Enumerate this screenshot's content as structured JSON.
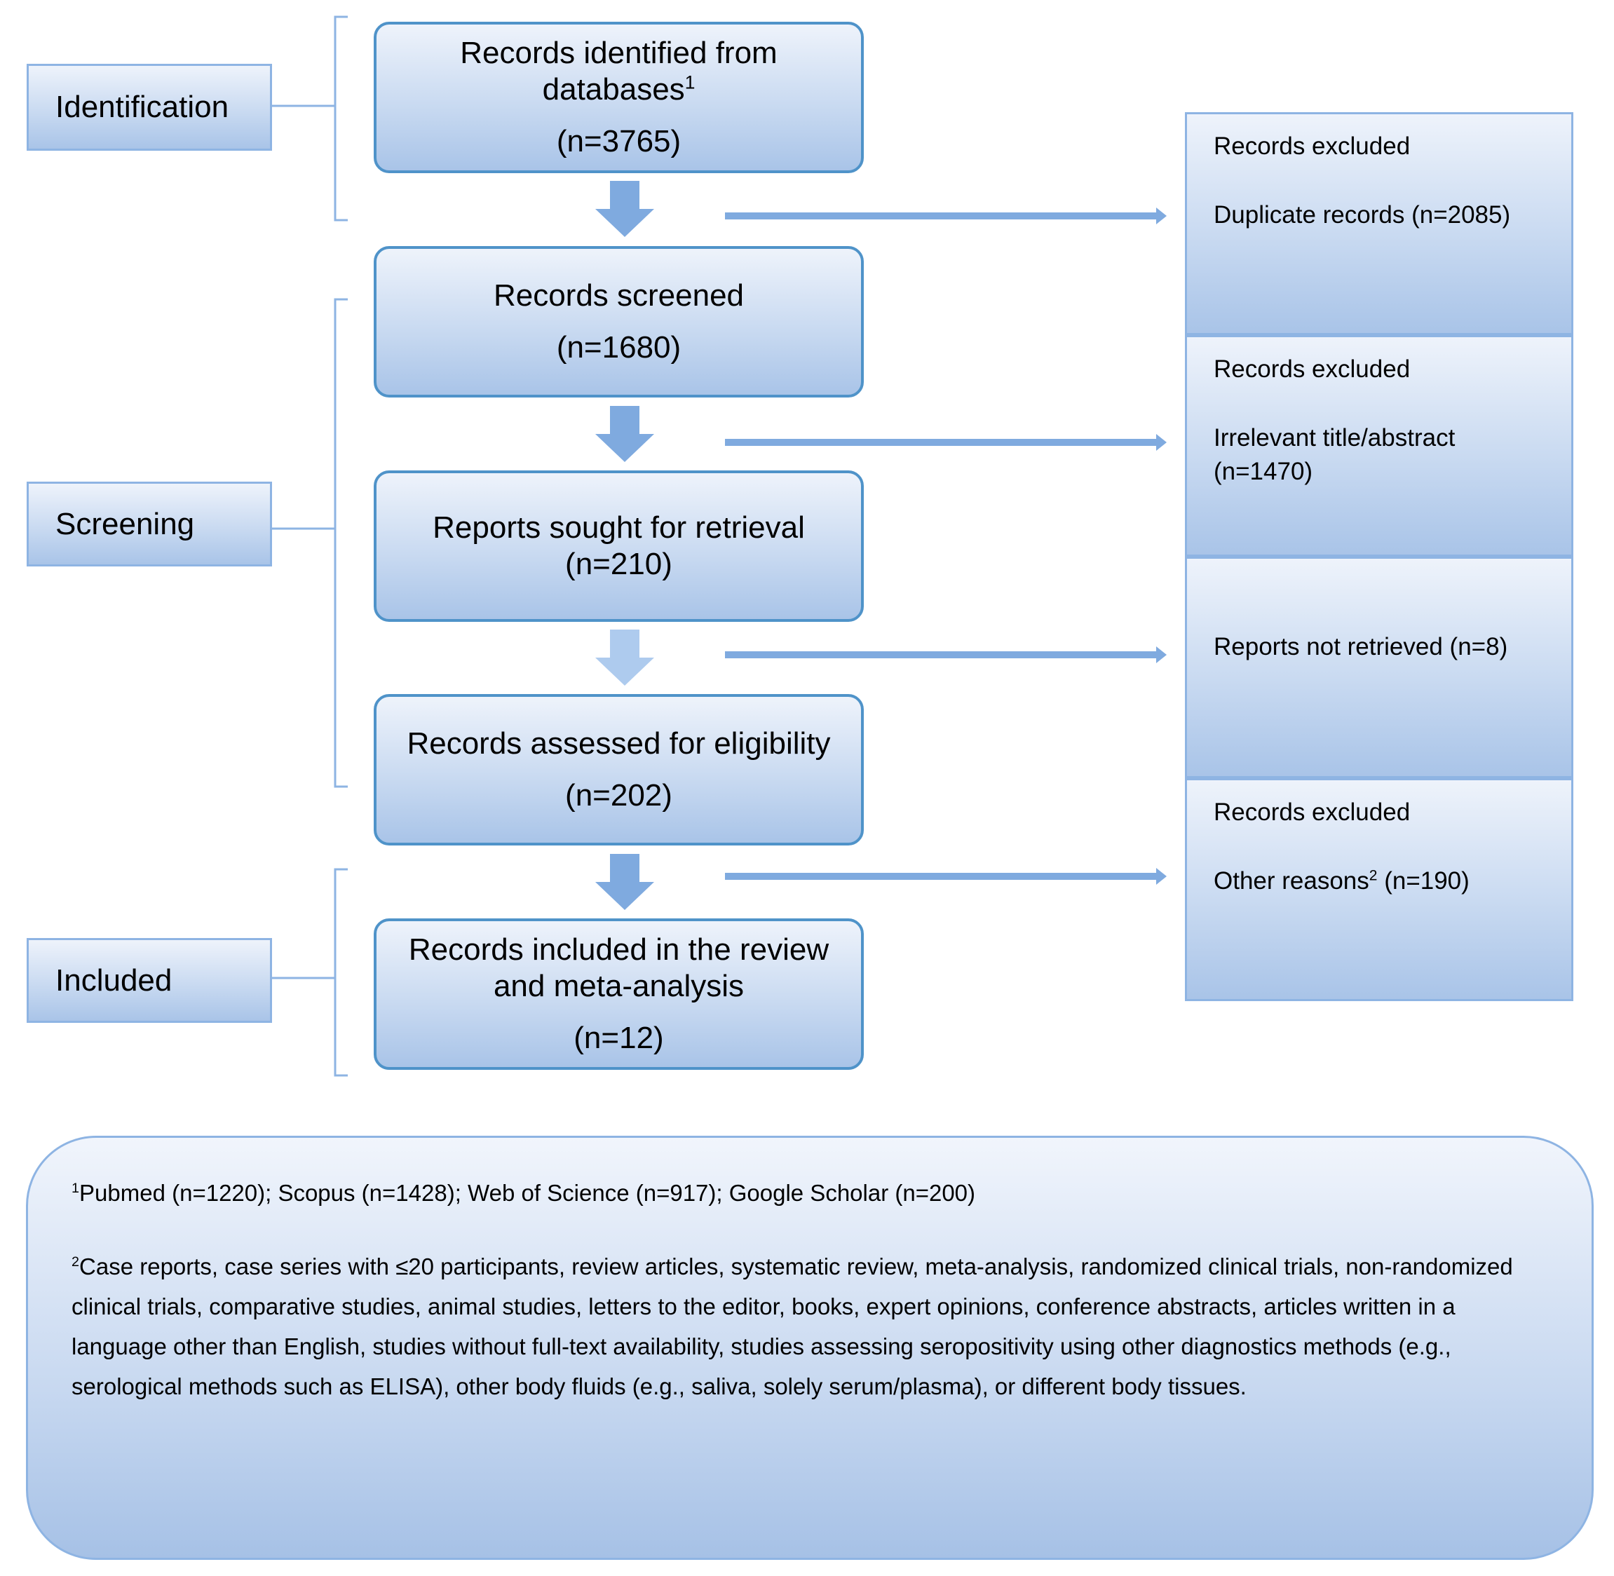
{
  "stages": {
    "identification": "Identification",
    "screening": "Screening",
    "included": "Included"
  },
  "boxes": {
    "identified": {
      "line1": "Records identified from",
      "line2": "databases",
      "sup": "1",
      "count": "(n=3765)"
    },
    "screened": {
      "line1": "Records screened",
      "count": "(n=1680)"
    },
    "sought": {
      "line1": "Reports sought for retrieval",
      "count": "(n=210)"
    },
    "assessed": {
      "line1": "Records assessed for eligibility",
      "count": "(n=202)"
    },
    "included": {
      "line1": "Records included in the review",
      "line2": "and meta-analysis",
      "count": "(n=12)"
    }
  },
  "exclusions": {
    "duplicates": {
      "heading": "Records excluded",
      "detail": "Duplicate records (n=2085)"
    },
    "irrelevant": {
      "heading": "Records excluded",
      "detail1": "Irrelevant title/abstract",
      "detail2": "(n=1470)"
    },
    "not_retrieved": {
      "detail": "Reports not retrieved (n=8)"
    },
    "other": {
      "heading": "Records excluded",
      "detail_pre": "Other reasons",
      "sup": "2",
      "detail_post": " (n=190)"
    }
  },
  "footnotes": {
    "note1_sup": "1",
    "note1": "Pubmed (n=1220); Scopus (n=1428); Web of Science (n=917); Google Scholar (n=200)",
    "note2_sup": "2",
    "note2": "Case reports, case series with ≤20 participants, review articles, systematic review, meta-analysis, randomized clinical trials, non-randomized clinical trials, comparative studies, animal studies, letters to the editor, books, expert opinions, conference abstracts, articles written in a language other than English, studies without full-text availability, studies assessing seropositivity using other diagnostics methods (e.g.,  serological methods such as ELISA), other body fluids (e.g., saliva, solely serum/plasma), or different body tissues."
  },
  "colors": {
    "main_border": "#4f93c9",
    "box_border": "#8eb4e3",
    "arrow": "#7faadf",
    "arrow_light": "#aecbee",
    "bracket": "#8eb4e3"
  }
}
